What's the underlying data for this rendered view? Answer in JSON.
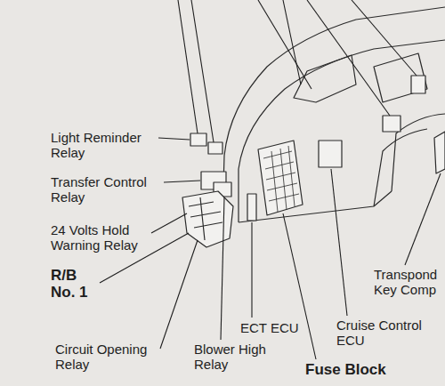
{
  "diagram": {
    "labels": [
      "Light Reminder Relay",
      "Transfer Control Relay",
      "24 Volts Hold Warning Relay",
      "R/B No. 1",
      "Circuit Opening Relay",
      "Blower High Relay",
      "ECT ECU",
      "Cruise Control ECU",
      "Fuse Block",
      "Transpond Key Comp"
    ]
  }
}
